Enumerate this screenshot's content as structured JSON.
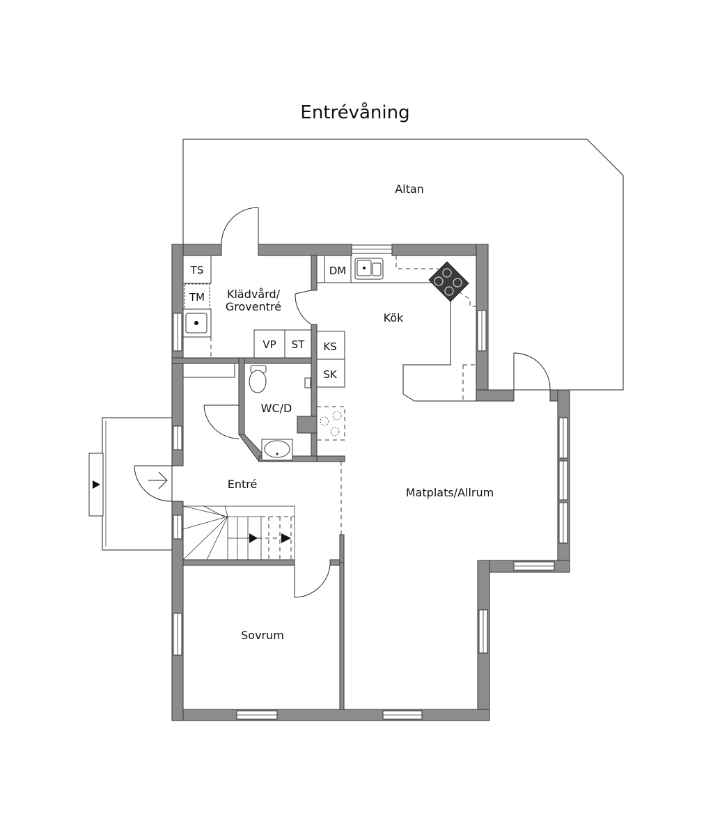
{
  "title": "Entrévåning",
  "rooms": {
    "altan": "Altan",
    "kladvard_line1": "Klädvård/",
    "kladvard_line2": "Groventré",
    "kok": "Kök",
    "wc": "WC/D",
    "entre": "Entré",
    "matplats": "Matplats/Allrum",
    "sovrum": "Sovrum"
  },
  "appliances": {
    "ts": "TS",
    "tm": "TM",
    "vp": "VP",
    "st": "ST",
    "dm": "DM",
    "ks": "KS",
    "sk": "SK"
  },
  "colors": {
    "wall": "#8c8c8c",
    "line": "#222222",
    "stove": "#3a3a3a"
  }
}
